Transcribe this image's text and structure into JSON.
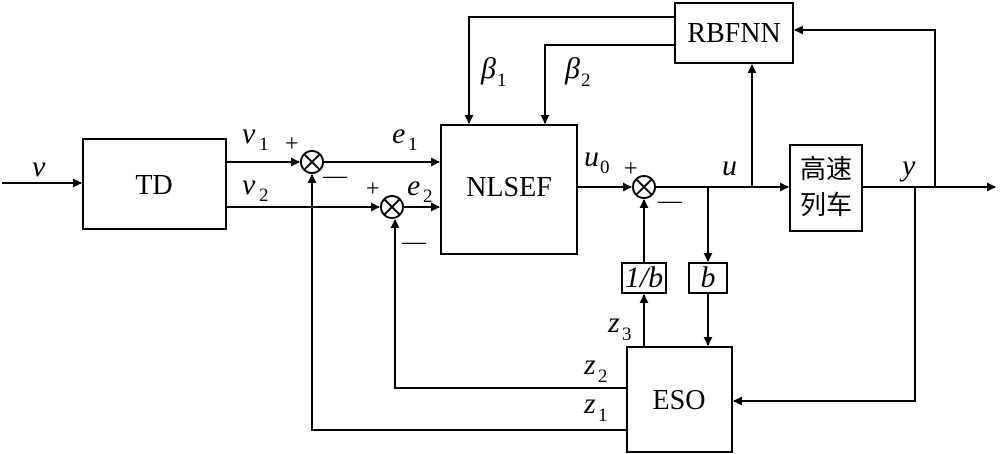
{
  "blocks": {
    "td": "TD",
    "nlsef": "NLSEF",
    "rbfnn": "RBFNN",
    "eso": "ESO",
    "train_line1": "高速",
    "train_line2": "列车",
    "inv_b": "1/b",
    "b": "b"
  },
  "signals": {
    "v": "v",
    "v1": {
      "base": "v",
      "sub": "1"
    },
    "v2": {
      "base": "v",
      "sub": "2"
    },
    "e1": {
      "base": "e",
      "sub": "1"
    },
    "e2": {
      "base": "e",
      "sub": "2"
    },
    "beta1": {
      "base": "β",
      "sub": "1"
    },
    "beta2": {
      "base": "β",
      "sub": "2"
    },
    "u0": {
      "base": "u",
      "sub": "0"
    },
    "u": "u",
    "y": "y",
    "z1": {
      "base": "z",
      "sub": "1"
    },
    "z2": {
      "base": "z",
      "sub": "2"
    },
    "z3": {
      "base": "z",
      "sub": "3"
    }
  },
  "signs": {
    "plus": "+",
    "minus": "—"
  }
}
